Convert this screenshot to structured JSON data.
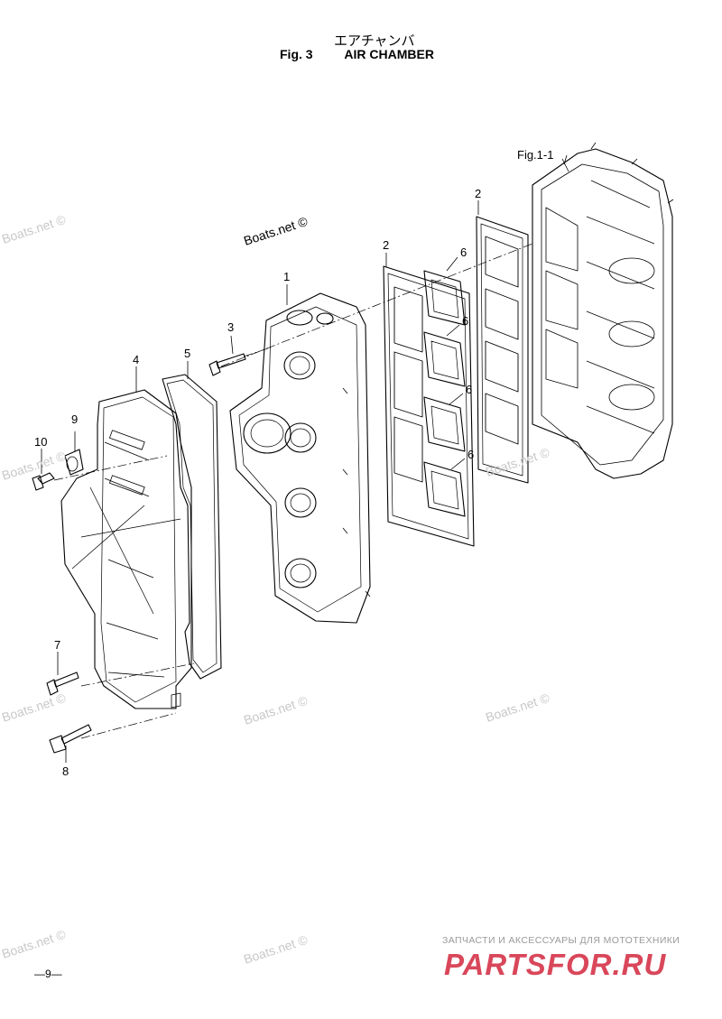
{
  "header": {
    "title_jp": "エアチャンバ",
    "fig_label": "Fig. 3",
    "title_en": "AIR CHAMBER"
  },
  "callouts": {
    "ref_fig": "Fig.1-1",
    "p1": "1",
    "p2a": "2",
    "p2b": "2",
    "p3": "3",
    "p4": "4",
    "p5": "5",
    "p6a": "6",
    "p6b": "6",
    "p6c": "6",
    "p6d": "6",
    "p7": "7",
    "p8": "8",
    "p9": "9",
    "p10": "10"
  },
  "watermark": "Boats.net ©",
  "footer": {
    "page_number": "—9—",
    "ad_tagline": "ЗАПЧАСТИ И АКСЕССУАРЫ ДЛЯ МОТОТЕХНИКИ",
    "ad_logo": "PARTSFOR.RU"
  }
}
